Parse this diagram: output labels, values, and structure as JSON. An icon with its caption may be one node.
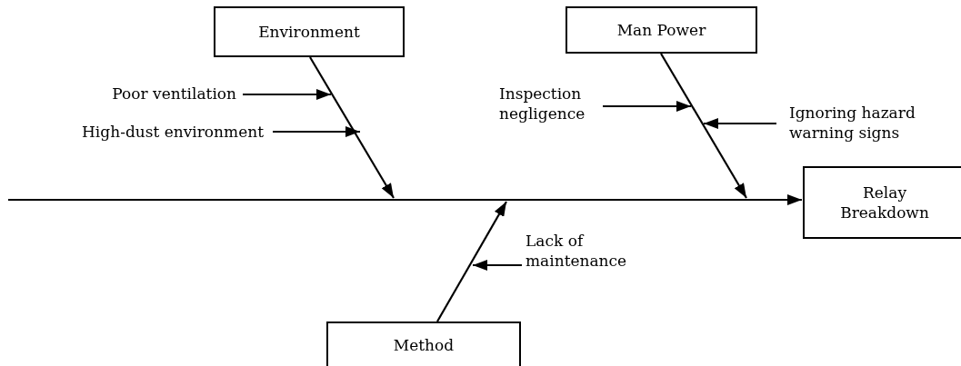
{
  "diagram": {
    "nodes": [
      {
        "text": [
          "Environment"
        ]
      },
      {
        "text": [
          "Poor ventilation"
        ]
      },
      {
        "text": [
          "High-dust environment"
        ]
      },
      {
        "text": [
          "Man Power"
        ]
      },
      {
        "text": [
          "Inspection negligence"
        ]
      },
      {
        "text": [
          "Ignoring hazard warning signs"
        ]
      },
      {
        "text": [
          "Relay Breakdown"
        ]
      },
      {
        "text": [
          "Method"
        ]
      },
      {
        "text": [
          "Lack of maintenance"
        ]
      }
    ],
    "edges": [
      {
        "from": null,
        "to": 6,
        "arrow": "to"
      },
      {
        "from": 0,
        "to": null,
        "arrow": "to"
      },
      {
        "from": 1,
        "to": null,
        "arrow": "to"
      },
      {
        "from": 2,
        "to": null,
        "arrow": "to"
      },
      {
        "from": 3,
        "to": null,
        "arrow": "to"
      },
      {
        "from": 4,
        "to": null,
        "arrow": "to"
      },
      {
        "from": 5,
        "to": null,
        "arrow": "to"
      },
      {
        "from": 7,
        "to": null,
        "arrow": "to"
      },
      {
        "from": 8,
        "to": null,
        "arrow": "to"
      }
    ]
  }
}
